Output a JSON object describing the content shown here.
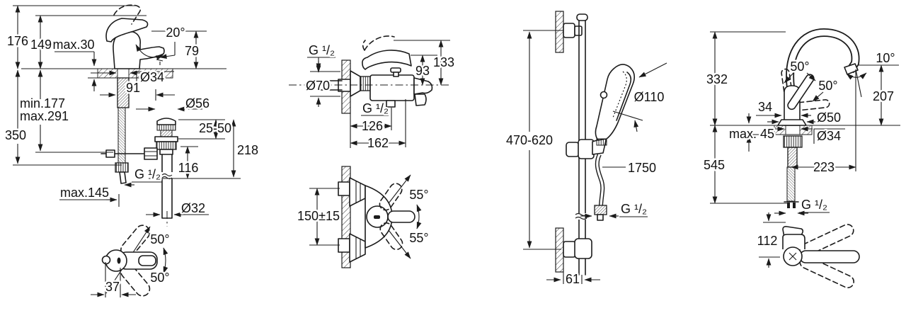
{
  "meta": {
    "background": "#ffffff",
    "line_color": "#1b1b1b",
    "kind": "plumbing-fixture-dimension-drawing"
  },
  "drawings": [
    {
      "id": "basin-mixer-with-popup-waste",
      "labels": [
        {
          "id": "height-176",
          "text": "176"
        },
        {
          "id": "height-149",
          "text": "149"
        },
        {
          "id": "deck-max30",
          "text": "max.30"
        },
        {
          "id": "spout-angle",
          "text": "20°"
        },
        {
          "id": "spout-height",
          "text": "79"
        },
        {
          "id": "hole-dia",
          "text": "Ø34"
        },
        {
          "id": "dim-91",
          "text": "91"
        },
        {
          "id": "hose-min",
          "text": "min.177"
        },
        {
          "id": "hose-max",
          "text": "max.291"
        },
        {
          "id": "dim-350",
          "text": "350"
        },
        {
          "id": "waste-dia",
          "text": "Ø56"
        },
        {
          "id": "adjust-range",
          "text": "25-50"
        },
        {
          "id": "dim-218",
          "text": "218"
        },
        {
          "id": "dim-116",
          "text": "116"
        },
        {
          "id": "thread",
          "text": "G ¹/₂"
        },
        {
          "id": "rod-max145",
          "text": "max.145"
        },
        {
          "id": "pipe-dia",
          "text": "Ø32"
        },
        {
          "id": "swing-up",
          "text": "50°"
        },
        {
          "id": "swing-down",
          "text": "50°"
        },
        {
          "id": "dim-37",
          "text": "37"
        }
      ]
    },
    {
      "id": "bath-shower-mixer-wall-mounted",
      "labels": [
        {
          "id": "thread-top",
          "text": "G ¹/₂"
        },
        {
          "id": "dim-93",
          "text": "93"
        },
        {
          "id": "dim-133",
          "text": "133"
        },
        {
          "id": "escutcheon-dia",
          "text": "Ø70"
        },
        {
          "id": "thread-bottom",
          "text": "G ¹/₂"
        },
        {
          "id": "dim-126",
          "text": "126"
        },
        {
          "id": "dim-162",
          "text": "162"
        },
        {
          "id": "connection-spacing",
          "text": "150±15"
        },
        {
          "id": "swing-up",
          "text": "55°"
        },
        {
          "id": "swing-down",
          "text": "55°"
        }
      ]
    },
    {
      "id": "shower-rail-set",
      "labels": [
        {
          "id": "rail-range",
          "text": "470-620"
        },
        {
          "id": "head-dia",
          "text": "Ø110"
        },
        {
          "id": "hose-length",
          "text": "1750"
        },
        {
          "id": "thread",
          "text": "G ¹/₂"
        },
        {
          "id": "wall-offset",
          "text": "61"
        }
      ]
    },
    {
      "id": "kitchen-sink-mixer-high-spout",
      "labels": [
        {
          "id": "dim-332",
          "text": "332"
        },
        {
          "id": "lever-angle-up",
          "text": "50°"
        },
        {
          "id": "lever-angle-down",
          "text": "50°"
        },
        {
          "id": "outlet-angle",
          "text": "10°"
        },
        {
          "id": "dim-207",
          "text": "207"
        },
        {
          "id": "dim-34",
          "text": "34"
        },
        {
          "id": "escutcheon-dia",
          "text": "Ø50"
        },
        {
          "id": "deck-max45",
          "text": "max. 45"
        },
        {
          "id": "hole-dia",
          "text": "Ø34"
        },
        {
          "id": "dim-545",
          "text": "545"
        },
        {
          "id": "dim-223",
          "text": "223"
        },
        {
          "id": "thread",
          "text": "G ¹/₂"
        },
        {
          "id": "dim-112",
          "text": "112"
        }
      ]
    }
  ]
}
